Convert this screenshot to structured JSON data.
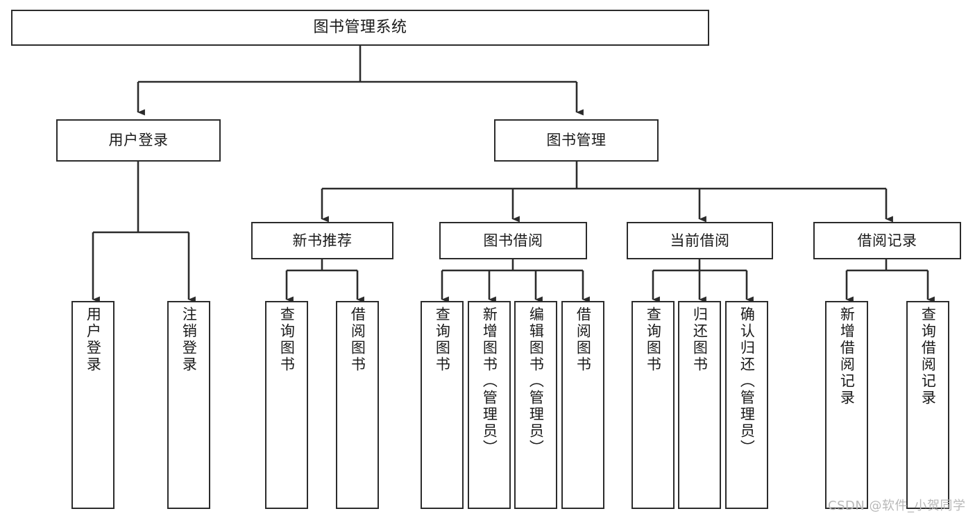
{
  "diagram": {
    "title": "图书管理系统",
    "type": "tree",
    "watermark": "CSDN @软件_小贺同学",
    "colors": {
      "stroke": "#2b2b2b",
      "fill": "#ffffff",
      "text": "#1a1a1a",
      "watermark": "#b8b8b8",
      "background": "#ffffff"
    },
    "nodes": {
      "root": {
        "label": "图书管理系统"
      },
      "level2": [
        {
          "id": "user-login",
          "label": "用户登录"
        },
        {
          "id": "book-management",
          "label": "图书管理"
        }
      ],
      "level3": [
        {
          "id": "new-book-recommend",
          "label": "新书推荐"
        },
        {
          "id": "book-borrow",
          "label": "图书借阅"
        },
        {
          "id": "current-borrow",
          "label": "当前借阅"
        },
        {
          "id": "borrow-record",
          "label": "借阅记录"
        }
      ],
      "leaves": {
        "user-login": [
          {
            "id": "leaf-user-login",
            "label": "用户登录"
          },
          {
            "id": "leaf-logout-login",
            "label": "注销登录"
          }
        ],
        "new-book-recommend": [
          {
            "id": "leaf-query-book-1",
            "label": "查询图书"
          },
          {
            "id": "leaf-borrow-book-1",
            "label": "借阅图书"
          }
        ],
        "book-borrow": [
          {
            "id": "leaf-query-book-2",
            "label": "查询图书"
          },
          {
            "id": "leaf-add-book",
            "label": "新增图书（管理员）"
          },
          {
            "id": "leaf-edit-book",
            "label": "编辑图书（管理员）"
          },
          {
            "id": "leaf-borrow-book-2",
            "label": "借阅图书"
          }
        ],
        "current-borrow": [
          {
            "id": "leaf-query-book-3",
            "label": "查询图书"
          },
          {
            "id": "leaf-return-book",
            "label": "归还图书"
          },
          {
            "id": "leaf-confirm-return",
            "label": "确认归还（管理员）"
          }
        ],
        "borrow-record": [
          {
            "id": "leaf-add-record",
            "label": "新增借阅记录"
          },
          {
            "id": "leaf-query-record",
            "label": "查询借阅记录"
          }
        ]
      }
    }
  }
}
